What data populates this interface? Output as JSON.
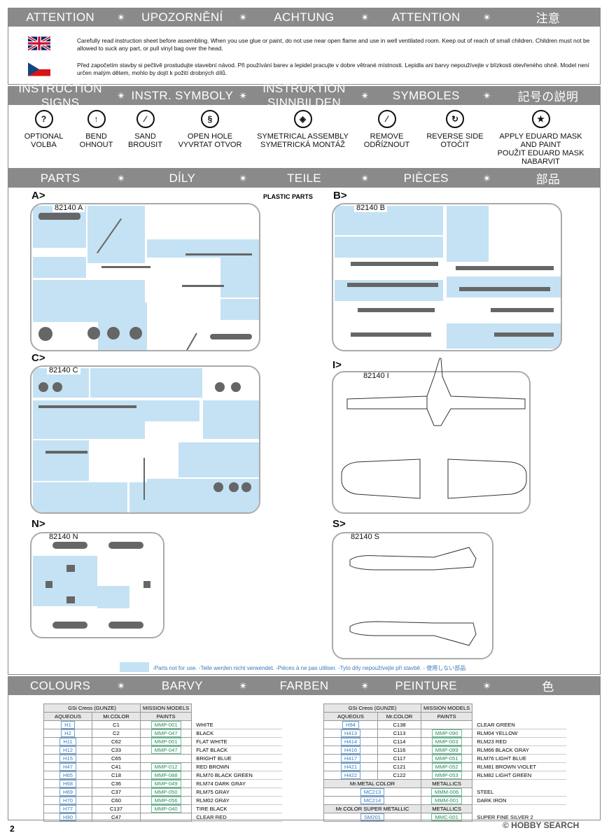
{
  "attention_band": [
    "ATTENTION",
    "UPOZORNĚNÍ",
    "ACHTUNG",
    "ATTENTION",
    "注意"
  ],
  "warning_en": "Carefully read instruction sheet before assembling. When you use glue or paint, do not use near open flame and use in well ventilated room. Keep out of reach of small children. Children must not be allowed to suck any part, or pull vinyl bag over the head.",
  "warning_cz": "Před započetím stavby si pečlivě prostudujte stavební návod. Při používání barev a lepidel pracujte v dobre větrané místnosti. Lepidla ani barvy nepoužívejte v blízkosti otevřeného ohně. Model není určen malým dětem, mohlo by dojít k požití drobných dílů.",
  "signs_band": [
    "INSTRUCTION SIGNS",
    "INSTR. SYMBOLY",
    "INSTRUKTION SINNBILDEN",
    "SYMBOLES",
    "記号の説明"
  ],
  "signs": [
    {
      "label": "OPTIONAL\nVOLBA",
      "icon": "question-icon",
      "glyph": "?"
    },
    {
      "label": "BEND\nOHNOUT",
      "icon": "bend-arrow-icon",
      "glyph": "↑"
    },
    {
      "label": "SAND\nBROUSIT",
      "icon": "sand-icon",
      "glyph": "∕"
    },
    {
      "label": "OPEN HOLE\nVYVRTAT OTVOR",
      "icon": "drill-icon",
      "glyph": "§"
    },
    {
      "label": "SYMETRICAL ASSEMBLY\nSYMETRICKÁ MONTÁŽ",
      "icon": "symmetry-icon",
      "glyph": "◈"
    },
    {
      "label": "REMOVE\nODŘÍZNOUT",
      "icon": "cut-icon",
      "glyph": "⁄"
    },
    {
      "label": "REVERSE SIDE\nOTOČIT",
      "icon": "reverse-icon",
      "glyph": "↻"
    },
    {
      "label": "APPLY EDUARD MASK\nAND PAINT\nPOUŽIT EDUARD MASK\nNABARVIT",
      "icon": "mask-star-icon",
      "glyph": "★"
    }
  ],
  "parts_band": [
    "PARTS",
    "DÍLY",
    "TEILE",
    "PIÈCES",
    "部品"
  ],
  "plastic_parts_label": "PLASTIC PARTS",
  "sprues": [
    {
      "tag": "A>",
      "code": "82140 A"
    },
    {
      "tag": "B>",
      "code": "82140 B"
    },
    {
      "tag": "C>",
      "code": "82140 C"
    },
    {
      "tag": "I>",
      "code": "82140 I"
    },
    {
      "tag": "N>",
      "code": "82140 N"
    },
    {
      "tag": "S>",
      "code": "82140 S"
    }
  ],
  "not_for_use_note": "-Parts not for use. -Teile werden nicht verwendet. -Pièces à ne pas utiliser. -Tyto díly nepoužívejte při stavbě. -  使用しない部品",
  "colours_band": [
    "COLOURS",
    "BARVY",
    "FARBEN",
    "PEINTURE",
    "色"
  ],
  "table_left": {
    "header_brand": "GSi Creos (GUNZE)",
    "header_mission": "MISSION MODELS",
    "col_aqueous": "AQUEOUS",
    "col_mrcolor": "Mr.COLOR",
    "col_paints": "PAINTS",
    "rows": [
      [
        "H1",
        "C1",
        "MMP-001",
        "WHITE"
      ],
      [
        "H2",
        "C2",
        "MMP-047",
        "BLACK"
      ],
      [
        "H11",
        "C62",
        "MMP-001",
        "FLAT WHITE"
      ],
      [
        "H12",
        "C33",
        "MMP-047",
        "FLAT BLACK"
      ],
      [
        "H15",
        "C65",
        "",
        "BRIGHT BLUE"
      ],
      [
        "H47",
        "C41",
        "MMP-012",
        "RED BROWN"
      ],
      [
        "H65",
        "C18",
        "MMP-088",
        "RLM70 BLACK GREEN"
      ],
      [
        "H68",
        "C36",
        "MMP-049",
        "RLM74 DARK GRAY"
      ],
      [
        "H69",
        "C37",
        "MMP-050",
        "RLM75  GRAY"
      ],
      [
        "H70",
        "C60",
        "MMP-056",
        "RLM02 GRAY"
      ],
      [
        "H77",
        "C137",
        "MMP-040",
        "TIRE BLACK"
      ],
      [
        "H90",
        "C47",
        "",
        "CLEAR RED"
      ]
    ]
  },
  "table_right": {
    "header_brand": "GSi Creos (GUNZE)",
    "header_mission": "MISSION MODELS",
    "col_aqueous": "AQUEOUS",
    "col_mrcolor": "Mr.COLOR",
    "col_paints": "PAINTS",
    "rows": [
      [
        "H94",
        "C138",
        "",
        "CLEAR GREEN"
      ],
      [
        "H413",
        "C113",
        "MMP-090",
        "RLM04 YELLOW"
      ],
      [
        "H414",
        "C114",
        "MMP-003",
        "RLM23 RED"
      ],
      [
        "H416",
        "C116",
        "MMP-089",
        "RLM66 BLACK GRAY"
      ],
      [
        "H417",
        "C117",
        "MMP-051",
        "RLM76 LIGHT BLUE"
      ],
      [
        "H421",
        "C121",
        "MMP-052",
        "RLM81 BROWN VIOLET"
      ],
      [
        "H422",
        "C122",
        "MMP-053",
        "RLM82 LIGHT GREEN"
      ]
    ],
    "metal_header": "Mr.METAL COLOR",
    "metallics_header": "METALLICS",
    "metal_rows": [
      [
        "MC213",
        "MMM-006",
        "STEEL"
      ],
      [
        "MC214",
        "MMM-001",
        "DARK IRON"
      ]
    ],
    "super_header": "Mr.COLOR SUPER METALLIC",
    "super_metallics_header": "METALLICS",
    "super_rows": [
      [
        "SM201",
        "MMC-001",
        "SUPER FINE SILVER 2"
      ]
    ]
  },
  "page_number": "2",
  "watermark": "© HOBBY SEARCH"
}
